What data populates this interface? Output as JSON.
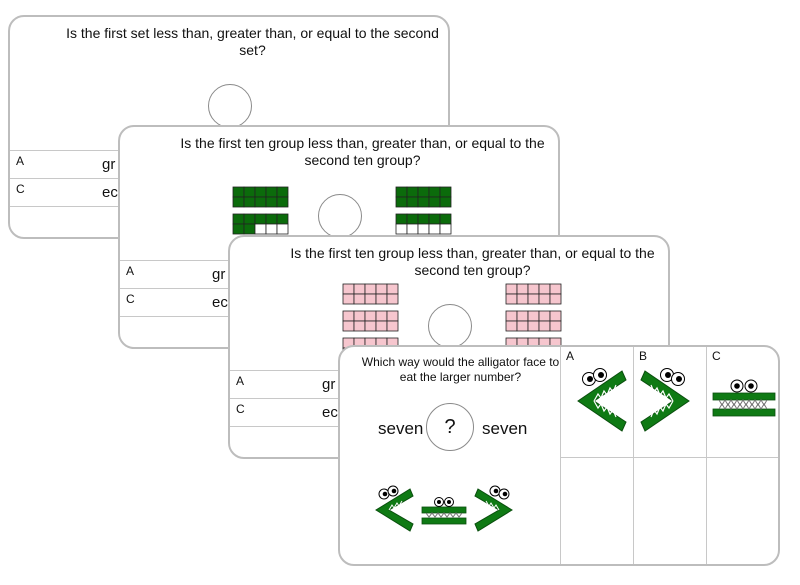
{
  "cards": [
    {
      "question": "Is the first set less than, greater than, or equal to the second set?",
      "options": [
        {
          "letter": "A",
          "text": "gr"
        },
        {
          "letter": "C",
          "text": "ec"
        }
      ]
    },
    {
      "question": "Is the first ten group less than, greater than, or equal to the second ten group?",
      "options": [
        {
          "letter": "A",
          "text": "gr"
        },
        {
          "letter": "C",
          "text": "ec"
        }
      ],
      "ten_frames": {
        "left_filled": [
          10,
          7
        ],
        "right_filled": [
          10,
          5
        ],
        "fill_color": "#0b6b0b"
      }
    },
    {
      "question": "Is the first ten group less than, greater than, or equal to the second ten group?",
      "options": [
        {
          "letter": "A",
          "text": "gr"
        },
        {
          "letter": "C",
          "text": "ec"
        }
      ],
      "ten_frames": {
        "left_filled": [
          10,
          10,
          10
        ],
        "right_filled": [
          10,
          10,
          8
        ],
        "fill_color": "#f6c6ce"
      }
    },
    {
      "question": "Which way would the alligator face to eat the larger number?",
      "left_number": "seven",
      "symbol": "?",
      "right_number": "seven",
      "choices": [
        {
          "letter": "A",
          "icon": "alligator-less-than-icon"
        },
        {
          "letter": "B",
          "icon": "alligator-greater-than-icon"
        },
        {
          "letter": "C",
          "icon": "alligator-equal-icon"
        }
      ]
    }
  ],
  "colors": {
    "alligator_green": "#0f7a14",
    "border": "#bdbdbd"
  }
}
